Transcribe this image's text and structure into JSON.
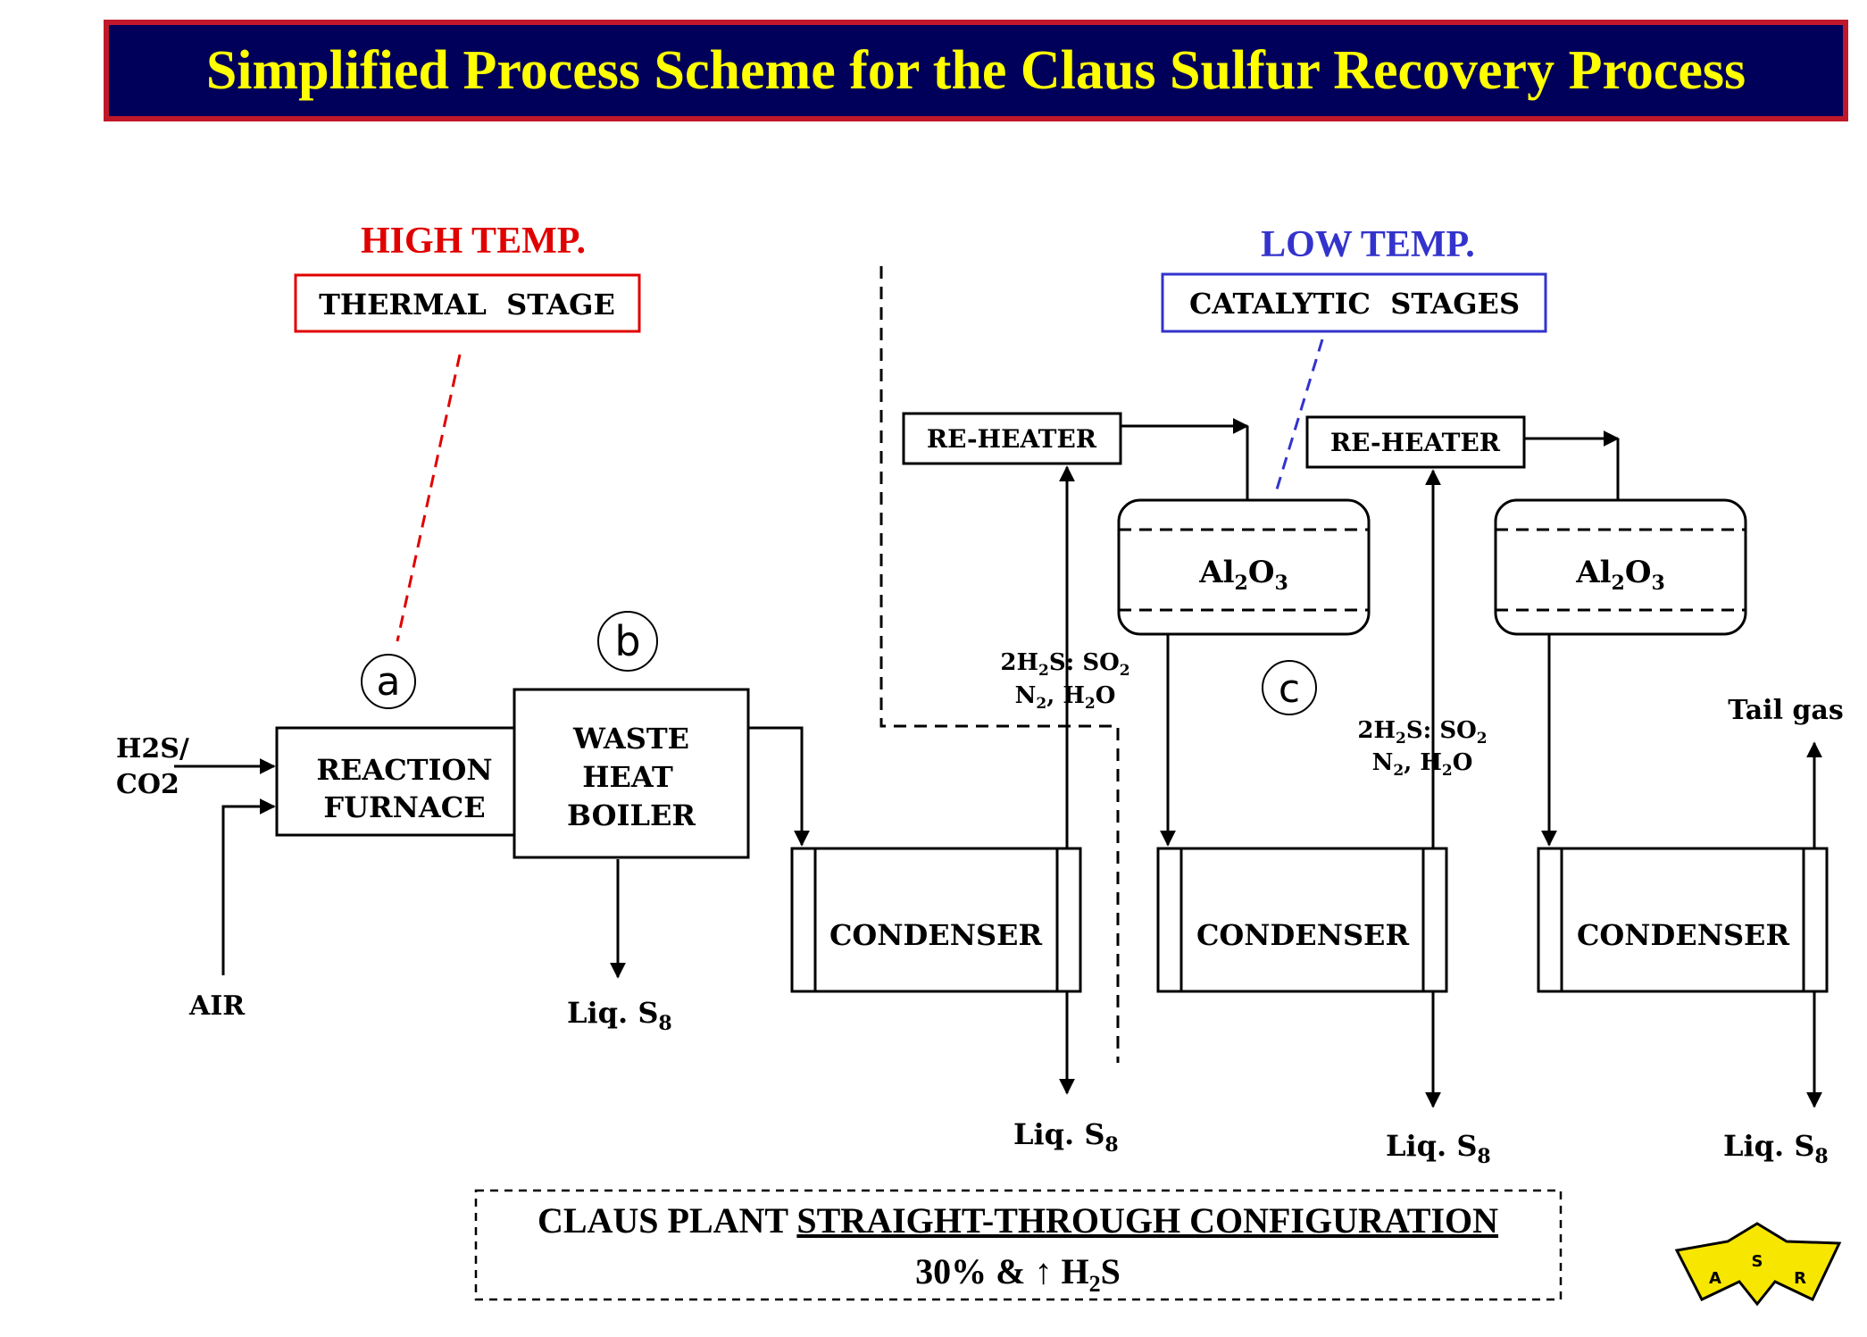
{
  "title": "Simplified Process Scheme for the Claus Sulfur Recovery Process",
  "thermal": {
    "temp_label": "HIGH TEMP.",
    "stage_label": "THERMAL  STAGE"
  },
  "catalytic": {
    "temp_label": "LOW TEMP.",
    "stage_label": "CATALYTIC  STAGES"
  },
  "markers": {
    "a": "a",
    "b": "b",
    "c": "c"
  },
  "inputs": {
    "feed_line1": "H2S/",
    "feed_line2": "CO2",
    "air": "AIR"
  },
  "reaction_furnace": {
    "line1": "REACTION",
    "line2": "FURNACE"
  },
  "waste_heat_boiler": {
    "line1": "WASTE",
    "line2": "HEAT",
    "line3": "BOILER"
  },
  "condenser_label": "CONDENSER",
  "reheater_label": "RE-HEATER",
  "catalyst": {
    "main": "Al",
    "sub1": "2",
    "mid": "O",
    "sub2": "3"
  },
  "gas_composition": {
    "l1_a": "2H",
    "l1_sub": "2",
    "l1_b": "S: SO",
    "l1_sub2": "2",
    "l2_a": "N",
    "l2_sub": "2",
    "l2_b": ", H",
    "l2_sub2": "2",
    "l2_c": "O"
  },
  "liquid_sulfur": {
    "main": "Liq. S",
    "sub": "8"
  },
  "tail_gas": "Tail gas",
  "config": {
    "prefix": "CLAUS PLANT ",
    "underlined": "STRAIGHT-THROUGH CONFIGURATION",
    "line2_a": "30% & ↑ H",
    "line2_sub": "2",
    "line2_b": "S"
  },
  "logo": {
    "letters": [
      "A",
      "S",
      "R"
    ]
  },
  "colors": {
    "banner_bg": "#00005a",
    "banner_border": "#c0182a",
    "banner_text": "#ffff00",
    "high_temp": "#e00000",
    "low_temp": "#3333cc"
  }
}
